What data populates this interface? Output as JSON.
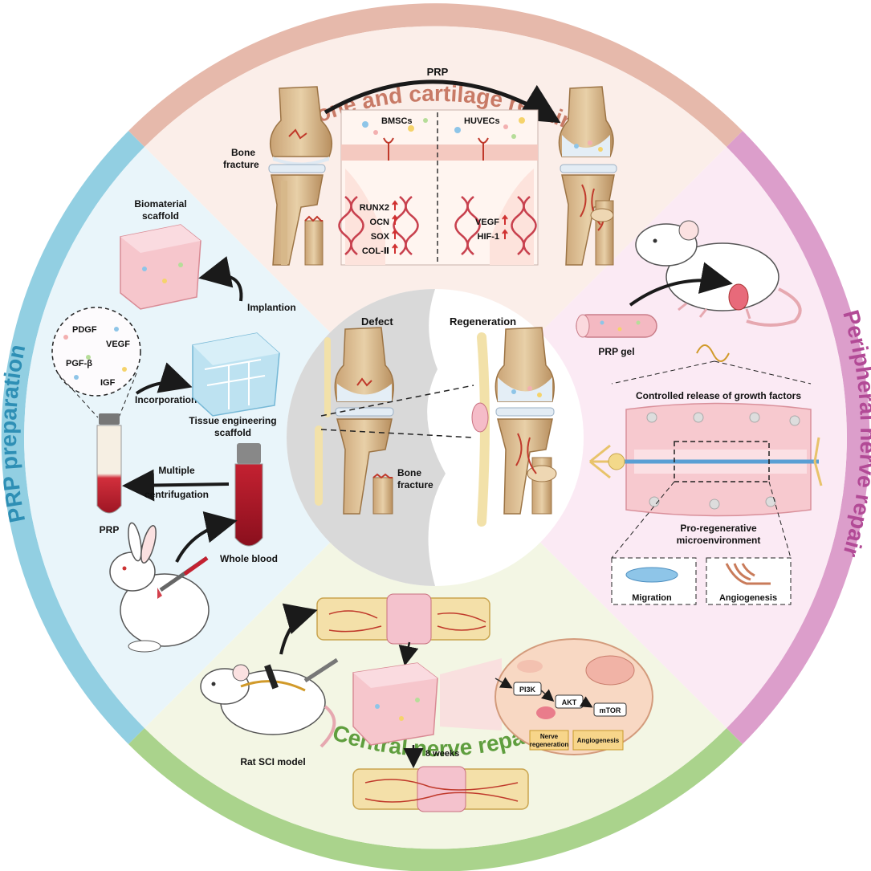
{
  "sections": {
    "top": {
      "title": "Bone and cartilage repair",
      "color": "#e3b0a3"
    },
    "left": {
      "title": "PRP preparation",
      "color": "#8fcfe3"
    },
    "right": {
      "title": "Peripheral nerve repair",
      "color": "#d998c6"
    },
    "bottom": {
      "title": "Central nerve repair",
      "color": "#a8cf8a"
    }
  },
  "bone": {
    "prp": "PRP",
    "bone_fracture_1": "Bone",
    "bone_fracture_2": "fracture",
    "bmscs": "BMSCs",
    "huvecs": "HUVECs",
    "genes_left": [
      "RUNX2",
      "OCN",
      "SOX",
      "COL-Ⅱ"
    ],
    "genes_right": [
      "VEGF",
      "HIF-1"
    ]
  },
  "prp_prep": {
    "biomaterial_1": "Biomaterial",
    "biomaterial_2": "scaffold",
    "implantion": "Implantion",
    "factors": [
      "PDGF",
      "VEGF",
      "PGF-β",
      "IGF"
    ],
    "incorporation": "Incorporation",
    "tissue_1": "Tissue engineering",
    "tissue_2": "scaffold",
    "multiple": "Multiple",
    "centrifugation": "centrifugation",
    "prp": "PRP",
    "whole_blood": "Whole blood"
  },
  "center": {
    "defect": "Defect",
    "regeneration": "Regeneration",
    "bone_1": "Bone",
    "bone_2": "fracture"
  },
  "peripheral": {
    "prp_gel": "PRP gel",
    "controlled": "Controlled release of growth factors",
    "pro_1": "Pro-regenerative",
    "pro_2": "microenvironment",
    "migration": "Migration",
    "angiogenesis": "Angiogenesis"
  },
  "central": {
    "rat_model": "Rat SCI model",
    "weeks": "8 weeks",
    "pi3k": "PI3K",
    "akt": "AKT",
    "mtor": "mTOR",
    "nerve_1": "Nerve",
    "nerve_2": "regeneration",
    "angio": "Angiogenesis"
  }
}
